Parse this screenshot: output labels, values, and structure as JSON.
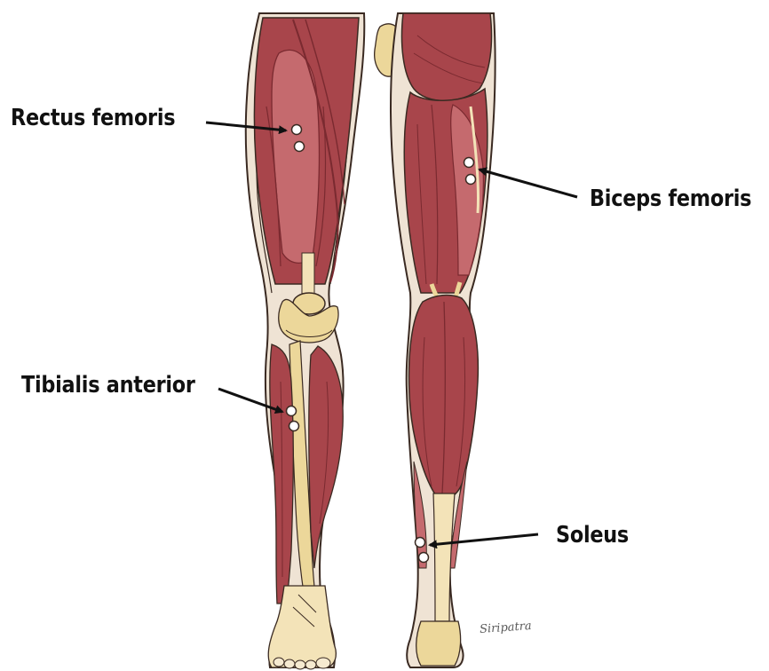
{
  "labels": {
    "rectus_femoris": "Rectus femoris",
    "biceps_femoris": "Biceps femoris",
    "tibialis_anterior": "Tibialis anterior",
    "soleus": "Soleus"
  },
  "signature": "Siripatra",
  "colors": {
    "muscle": "#a8454b",
    "muscle_dark": "#7a2a30",
    "muscle_light": "#c56a6e",
    "skin": "#efe3d4",
    "tendon": "#f3e3b8",
    "bone": "#ecd79a",
    "outline": "#3a2a22",
    "electrode": "#ffffff",
    "pointer": "#111111"
  }
}
